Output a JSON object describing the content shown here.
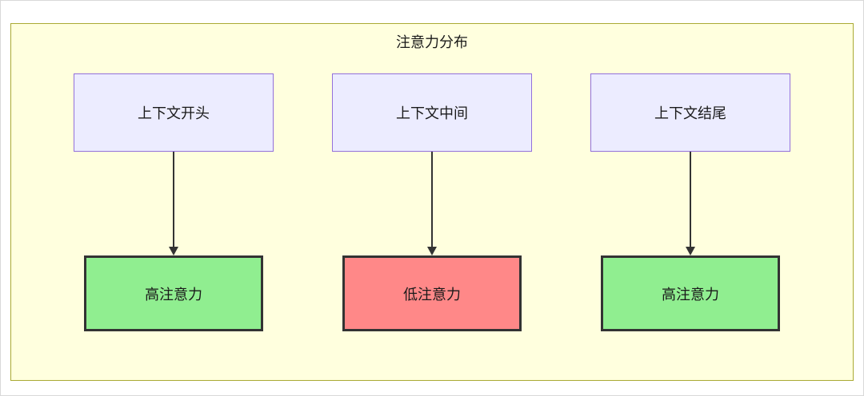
{
  "diagram": {
    "title": "注意力分布",
    "columns": [
      {
        "source": "上下文开头",
        "target": "高注意力",
        "target_color": "#90ee90"
      },
      {
        "source": "上下文中间",
        "target": "低注意力",
        "target_color": "#ff8888"
      },
      {
        "source": "上下文结尾",
        "target": "高注意力",
        "target_color": "#90ee90"
      }
    ],
    "colors": {
      "cluster_background": "#ffffde",
      "cluster_border": "#aaaa33",
      "source_background": "#ececff",
      "source_border": "#9370db",
      "high_attention_fill": "#90ee90",
      "low_attention_fill": "#ff8888",
      "target_border": "#333333",
      "arrow": "#333333"
    }
  }
}
